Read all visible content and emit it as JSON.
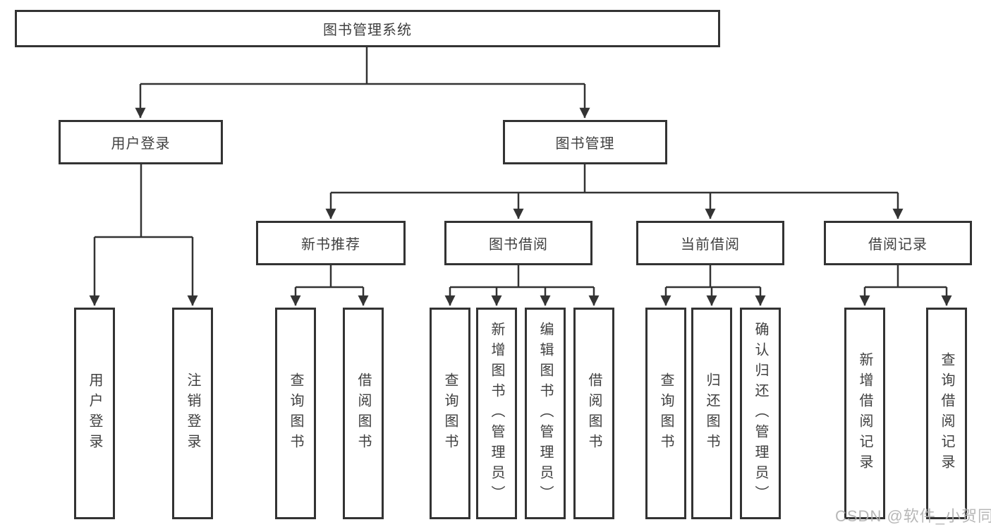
{
  "colors": {
    "line": "#333333",
    "text": "#404040",
    "box-bg": "#ffffff",
    "bg": "#ffffff",
    "watermark": "#b0b0b0"
  },
  "nodes": {
    "root": "图书管理系统",
    "level2": [
      "用户登录",
      "图书管理"
    ],
    "level3": [
      "新书推荐",
      "图书借阅",
      "当前借阅",
      "借阅记录"
    ],
    "leaves": [
      "用户登录",
      "注销登录",
      "查询图书",
      "借阅图书",
      "查询图书",
      "新增图书（管理员）",
      "编辑图书（管理员）",
      "借阅图书",
      "查询图书",
      "归还图书",
      "确认归还（管理员）",
      "新增借阅记录",
      "查询借阅记录"
    ]
  },
  "watermark": "CSDN @软件_小贺同学"
}
